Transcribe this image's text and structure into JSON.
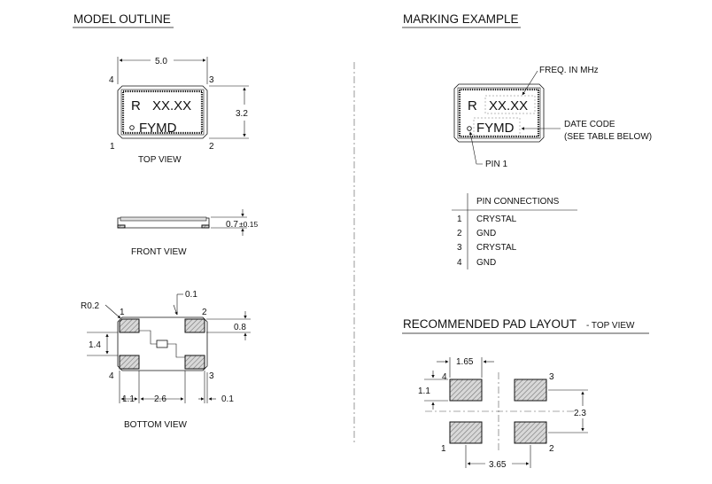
{
  "headings": {
    "model_outline": "MODEL OUTLINE",
    "marking_example": "MARKING EXAMPLE",
    "pad_layout": "RECOMMENDED PAD LAYOUT",
    "pad_layout_suffix": "- TOP VIEW"
  },
  "top_view": {
    "caption": "TOP VIEW",
    "width_dim": "5.0",
    "height_dim": "3.2",
    "pin_labels": [
      "4",
      "3",
      "1",
      "2"
    ],
    "mark_line1_prefix": "R",
    "mark_line1_code": "XX.XX",
    "mark_line2": "FYMD"
  },
  "front_view": {
    "caption": "FRONT VIEW",
    "thickness_dim": "0.7",
    "thickness_tol": "±0.15"
  },
  "bottom_view": {
    "caption": "BOTTOM VIEW",
    "radius_dim": "R0.2",
    "gap_dim": "0.1",
    "pad_height_dim": "0.8",
    "pad_pitch_dim": "1.4",
    "pad_width_dim": "1.1",
    "pad_gap_dim": "2.6",
    "edge_dim": "0.1",
    "pin_labels": [
      "1",
      "2",
      "4",
      "3"
    ]
  },
  "marking": {
    "line1_prefix": "R",
    "line1_code": "XX.XX",
    "line2": "FYMD",
    "freq_callout": "FREQ. IN MHz",
    "date_callout_1": "DATE CODE",
    "date_callout_2": "(SEE TABLE BELOW)",
    "pin1_callout": "PIN 1"
  },
  "pin_table": {
    "header": "PIN CONNECTIONS",
    "rows": [
      {
        "pin": "1",
        "function": "CRYSTAL"
      },
      {
        "pin": "2",
        "function": "GND"
      },
      {
        "pin": "3",
        "function": "CRYSTAL"
      },
      {
        "pin": "4",
        "function": "GND"
      }
    ]
  },
  "pad_layout": {
    "pad_width_dim": "1.65",
    "pad_height_dim": "1.1",
    "row_pitch_dim": "2.3",
    "col_pitch_dim": "3.65",
    "pin_labels": [
      "4",
      "3",
      "1",
      "2"
    ]
  }
}
